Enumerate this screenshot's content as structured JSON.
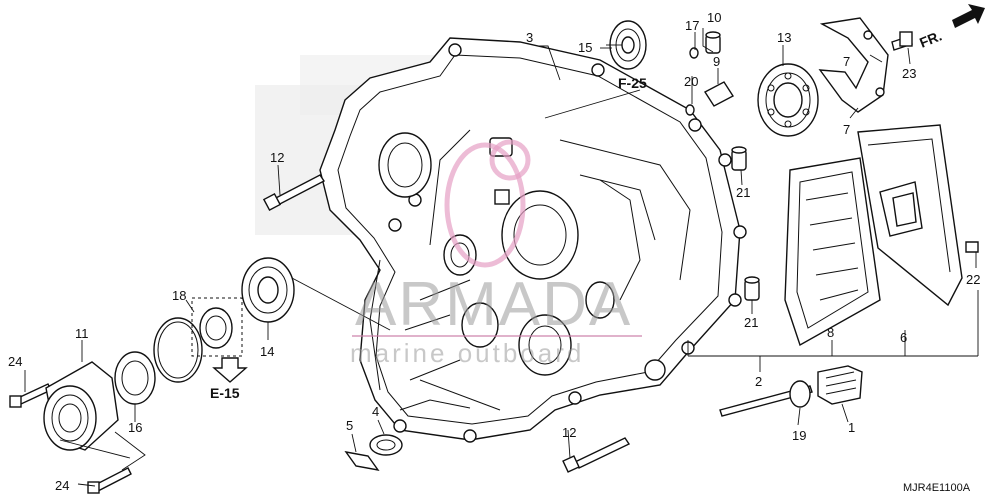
{
  "diagram": {
    "part_labels": {
      "p1": "1",
      "p2": "2",
      "p3": "3",
      "p4": "4",
      "p5": "5",
      "p6": "6",
      "p7a": "7",
      "p7b": "7",
      "p8": "8",
      "p9": "9",
      "p10": "10",
      "p11": "11",
      "p12a": "12",
      "p12b": "12",
      "p13": "13",
      "p14": "14",
      "p15": "15",
      "p16": "16",
      "p17": "17",
      "p18": "18",
      "p19": "19",
      "p20": "20",
      "p21a": "21",
      "p21b": "21",
      "p22": "22",
      "p23": "23",
      "p24a": "24",
      "p24b": "24"
    },
    "references": {
      "f25": "F-25",
      "e15": "E-15",
      "fr": "FR."
    },
    "diagram_code": "MJR4E1100A",
    "watermark": {
      "brand": "ARMADA",
      "tagline": "marine outboard"
    }
  }
}
